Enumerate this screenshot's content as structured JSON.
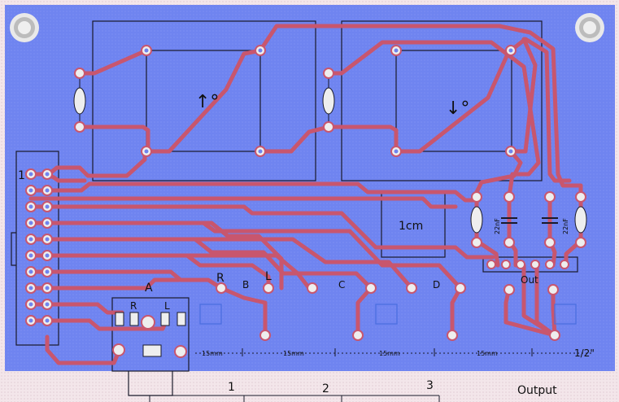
{
  "pin1_label": "1",
  "sensor_left_arrow": "↑°",
  "sensor_right_arrow": "↓°",
  "scale_box_label": "1cm",
  "pads": {
    "R": "R",
    "B": "B",
    "L": "L",
    "C": "C",
    "D": "D"
  },
  "connector_a": {
    "title": "A",
    "r": "R",
    "l": "L"
  },
  "capacitor_left": "22nF",
  "capacitor_right": "22nF",
  "out_label": "Out",
  "dimensions": [
    "15mm",
    "15mm",
    "15mm",
    "15mm",
    "1/2\""
  ],
  "bottom_labels": [
    "1",
    "2",
    "3"
  ],
  "output_label": "Output",
  "colors": {
    "board": "#6f84f0",
    "trace": "#c8566e",
    "pad": "#eeeeee",
    "outline": "#1a1a2a",
    "background": "#f3e6ea"
  }
}
